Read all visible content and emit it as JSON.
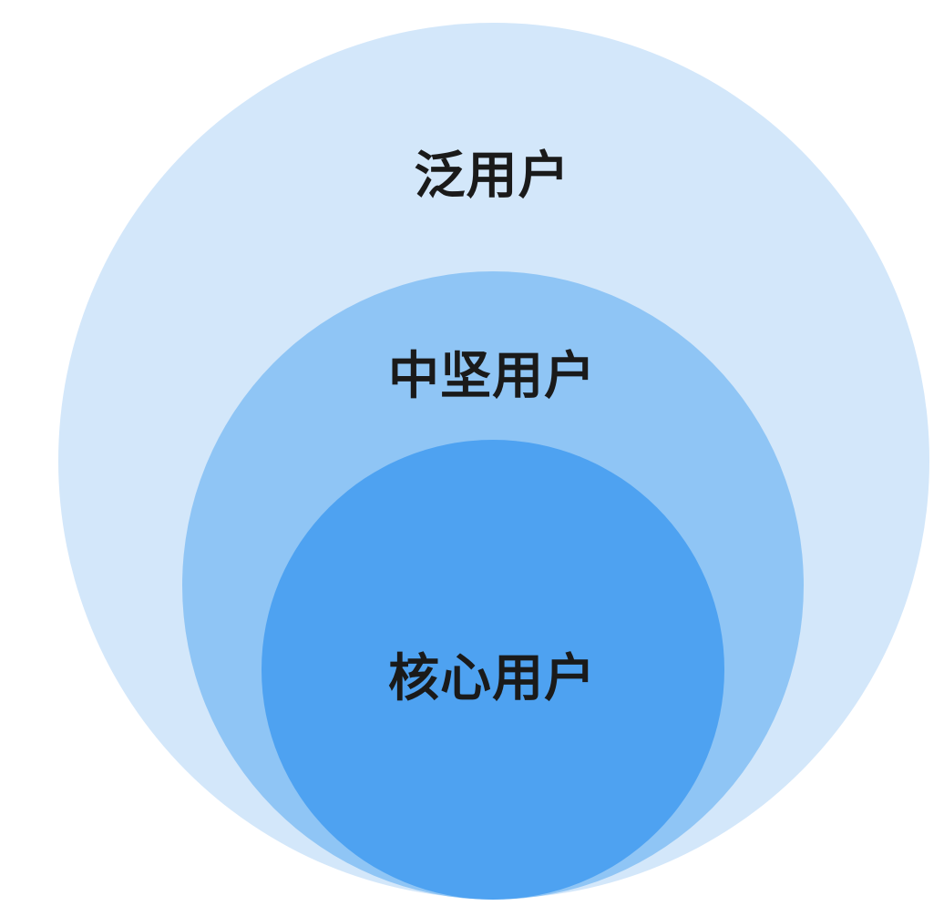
{
  "diagram": {
    "layers": [
      {
        "label": "泛用户",
        "color": "#d3e7fa"
      },
      {
        "label": "中坚用户",
        "color": "#8fc5f5"
      },
      {
        "label": "核心用户",
        "color": "#4ea2f1"
      }
    ]
  }
}
